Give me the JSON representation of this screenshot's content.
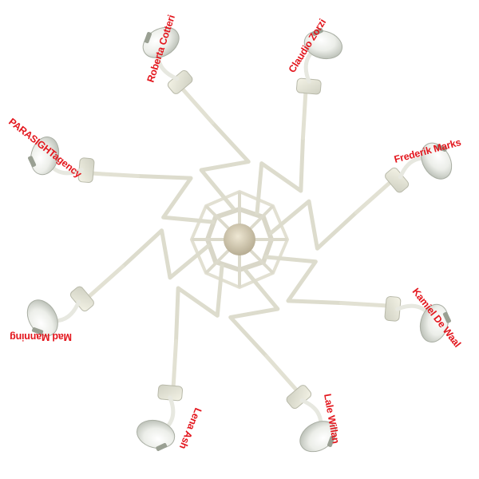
{
  "designers": [
    {
      "name": "Roberta Cotteri"
    },
    {
      "name": "Claudio Zorzi"
    },
    {
      "name": "Frederik Marks"
    },
    {
      "name": "Kamiel De Waal"
    },
    {
      "name": "Lale Willan"
    },
    {
      "name": "Lena Ash"
    },
    {
      "name": "Mad Manning"
    },
    {
      "name": "PARASIGHTagency"
    }
  ],
  "colors": {
    "label": "#e3161d",
    "lamp_body": "#e9ece6",
    "lamp_shade": "#d9ddd6",
    "hub": "#d8d0bb"
  }
}
